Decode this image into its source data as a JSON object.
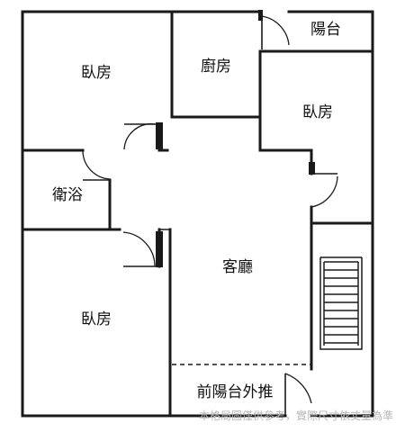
{
  "rooms": {
    "bedroom_top_left": "臥房",
    "kitchen": "廚房",
    "balcony": "陽台",
    "bedroom_right": "臥房",
    "bathroom": "衛浴",
    "living_room": "客廳",
    "bedroom_bottom_left": "臥房",
    "front_balcony": "前陽台外推"
  },
  "disclaimer": "本格局圖僅供參考，實際尺寸依丈量為準",
  "colors": {
    "wall": "#1a1a1a",
    "background": "#ffffff",
    "disclaimer_text": "#b8b8b8"
  }
}
